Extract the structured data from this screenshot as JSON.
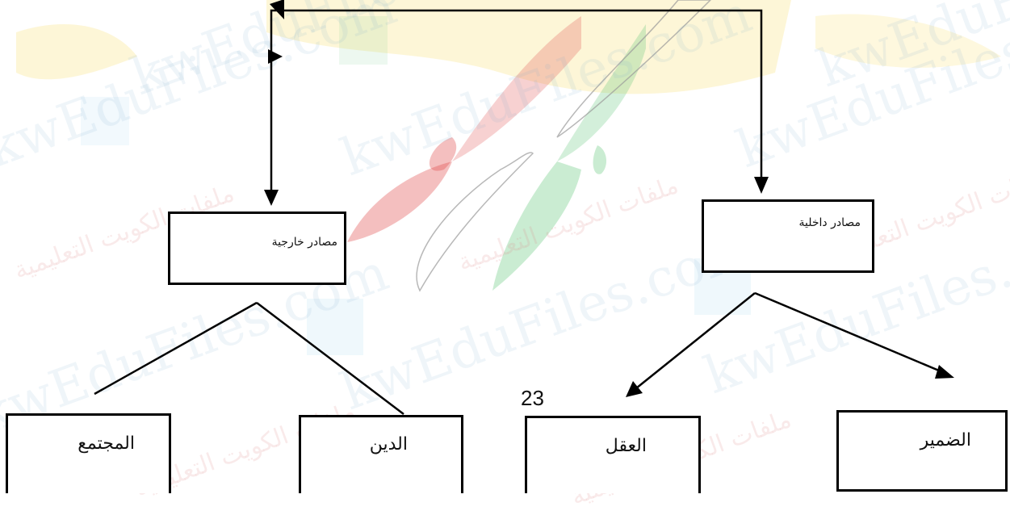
{
  "nodes": {
    "internal_sources": "مصادر داخلية",
    "external_sources": "مصادر خارجية",
    "conscience": "الضمير",
    "mind": "العقل",
    "religion": "الدين",
    "society": "المجتمع"
  },
  "page_number": "23",
  "watermarks": {
    "latin": "kwEduFiles.com",
    "arabic": "ملفات الكويت التعليمية"
  },
  "colors": {
    "line": "#000000",
    "watermark_blue": "#78aacd",
    "logo_yellow": "#f7d64a",
    "logo_red": "#e04848",
    "logo_green": "#4fbf6a"
  }
}
